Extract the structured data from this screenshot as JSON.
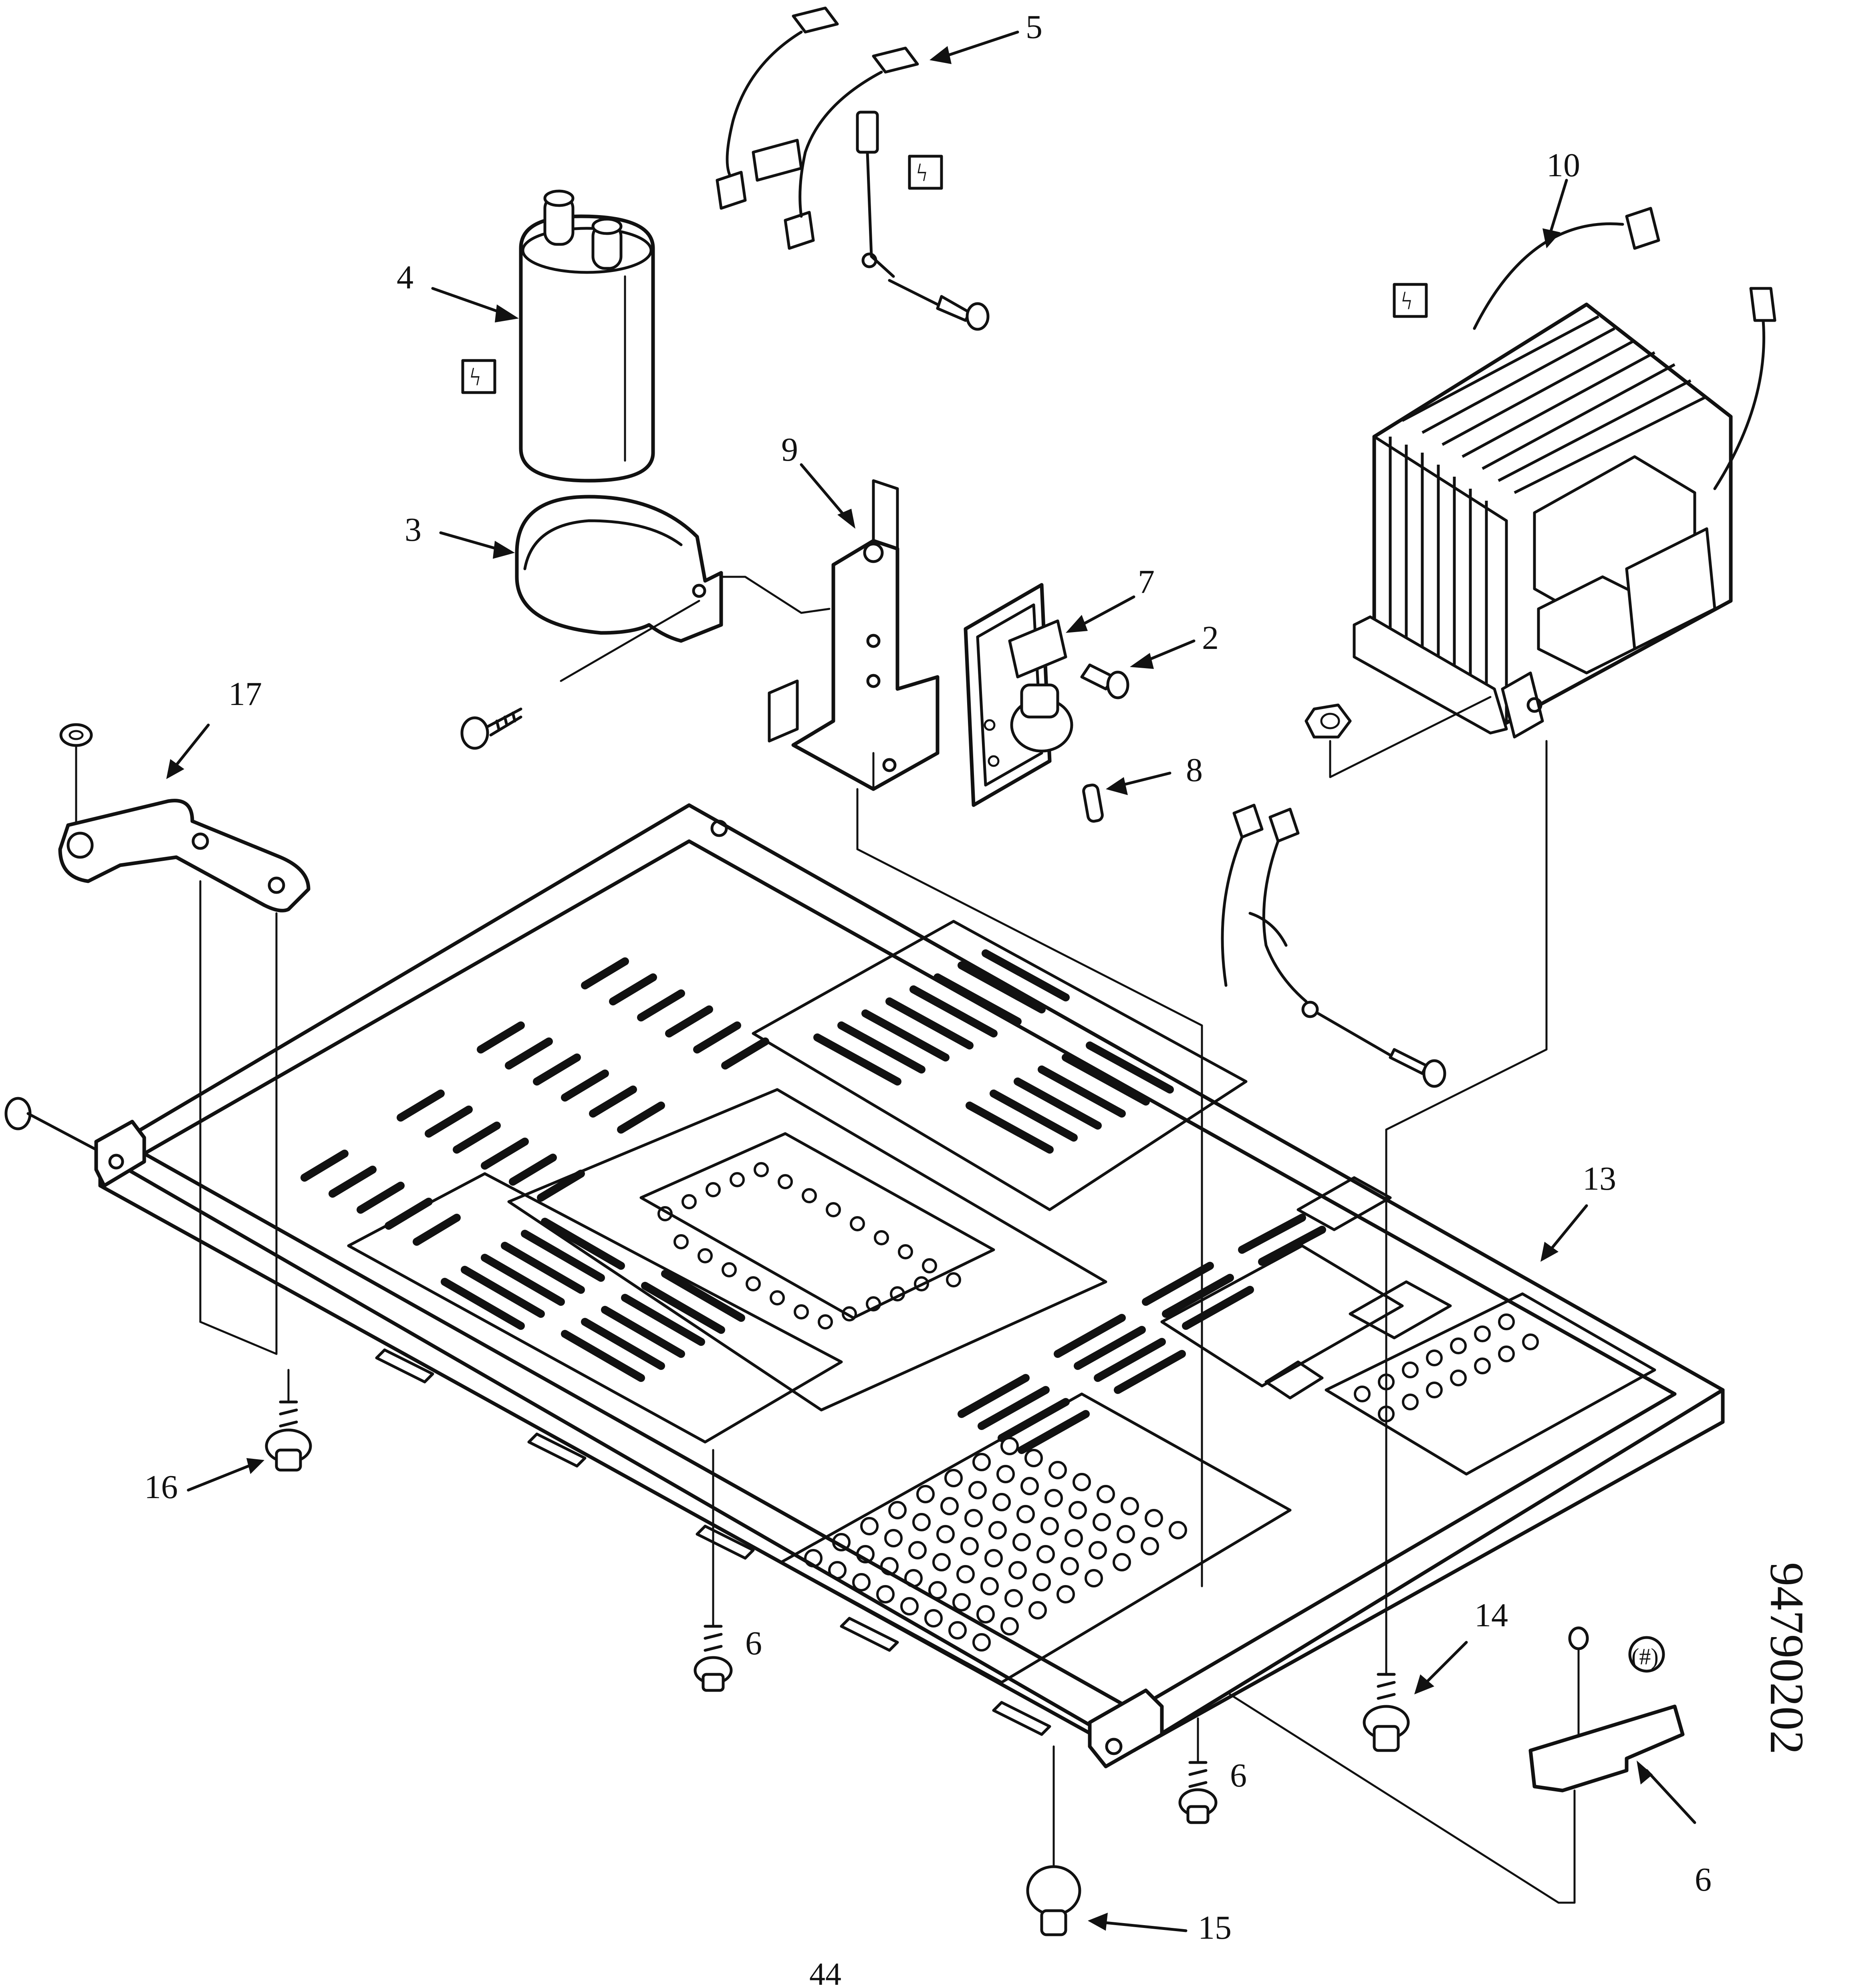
{
  "labels": {
    "p2": "2",
    "p3": "3",
    "p4": "4",
    "p5": "5",
    "p6a": "6",
    "p6b": "6",
    "p6c": "6",
    "p7": "7",
    "p8": "8",
    "p9": "9",
    "p10": "10",
    "p13": "13",
    "p14": "14",
    "p15": "15",
    "p16": "16",
    "p17": "17"
  },
  "doc_code": "94790202",
  "footer_page": "44",
  "marked_symbol": "(#)",
  "hazard_symbol": "ϟ"
}
